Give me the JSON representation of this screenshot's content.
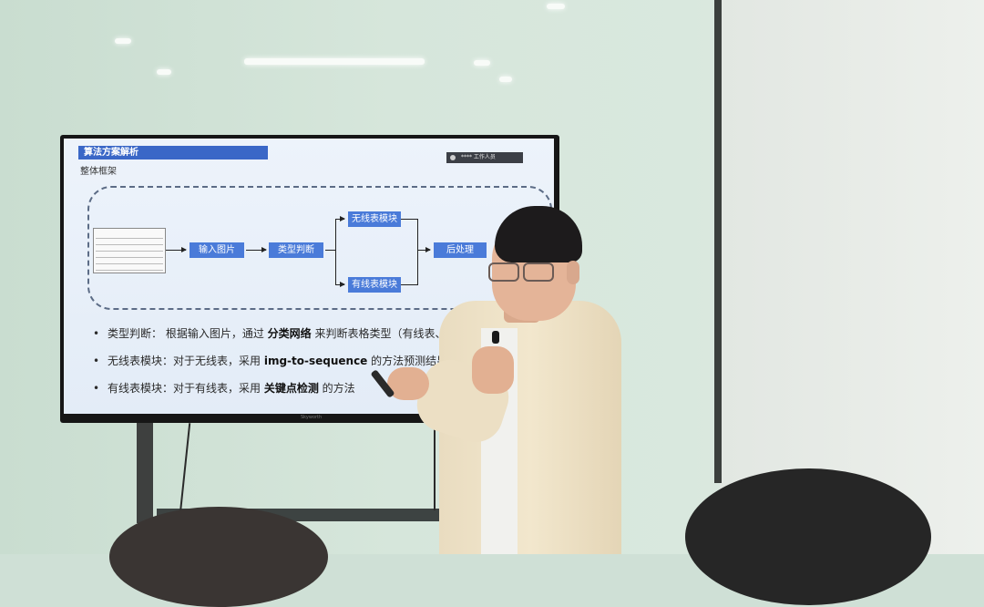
{
  "slide": {
    "title": "算法方案解析",
    "subtitle": "整体框架",
    "badge": "**** 工作人员",
    "flow": {
      "input": "输入图片",
      "classify": "类型判断",
      "wireless": "无线表模块",
      "wired": "有线表模块",
      "post": "后处理"
    },
    "bullets": [
      {
        "pre": "类型判断：  根据输入图片，通过 ",
        "key": "分类网络",
        "post": " 来判断表格类型（有线表、无"
      },
      {
        "pre": "无线表模块：对于无线表，采用 ",
        "key": "img-to-sequence",
        "post": " 的方法预测结果"
      },
      {
        "pre": "有线表模块：对于有线表，采用 ",
        "key": "关键点检测",
        "post": " 的方法"
      }
    ]
  },
  "tv_brand": "Skyworth",
  "colors": {
    "slide_accent": "#3a67c7",
    "flow_box": "#4a7bd9",
    "wall": "#d6e6db"
  }
}
